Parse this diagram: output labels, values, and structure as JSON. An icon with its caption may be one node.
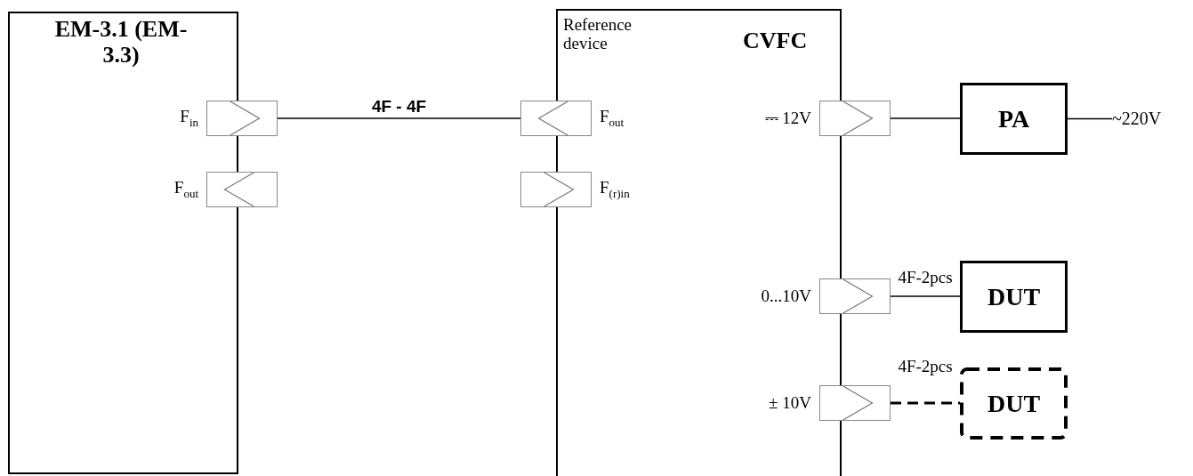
{
  "diagram": {
    "nodes": [
      {
        "text": [
          "EM-3.1 (EM-3.3)"
        ]
      },
      {
        "text": [],
        "shape": "box",
        "beside": [
          "F$_{in}$"
        ]
      },
      {
        "text": [],
        "shape": "box",
        "beside": [
          "F$_{out}$"
        ]
      },
      {
        "text": [
          "Reference device",
          "CVFC"
        ]
      },
      {
        "text": [],
        "shape": "box",
        "beside": [
          "F$_{out}$"
        ]
      },
      {
        "text": [],
        "shape": "box",
        "beside": [
          "F$_{(r)in}$"
        ]
      },
      {
        "text": [],
        "shape": "box",
        "beside": [
          "⎓ 12V"
        ]
      },
      {
        "text": [],
        "shape": "box",
        "beside": [
          "0...10V"
        ]
      },
      {
        "text": [],
        "shape": "box",
        "beside": [
          "± 10V"
        ]
      },
      {
        "text": [
          "PA"
        ]
      },
      {
        "text": [
          "DUT"
        ]
      },
      {
        "text": [
          "DUT"
        ]
      },
      {
        "text": [
          "~220V"
        ]
      }
    ],
    "edges": [
      {
        "from": 1,
        "to": 4,
        "arrow": "none",
        "label": "4F - 4F"
      },
      {
        "from": 6,
        "to": 9,
        "arrow": "none"
      },
      {
        "from": 7,
        "to": 10,
        "arrow": "none",
        "label": "4F-2pcs"
      },
      {
        "from": 8,
        "to": 11,
        "arrow": "none",
        "label": "4F-2pcs",
        "style": "dashed"
      },
      {
        "from": 9,
        "to": 12,
        "arrow": "none"
      }
    ]
  }
}
